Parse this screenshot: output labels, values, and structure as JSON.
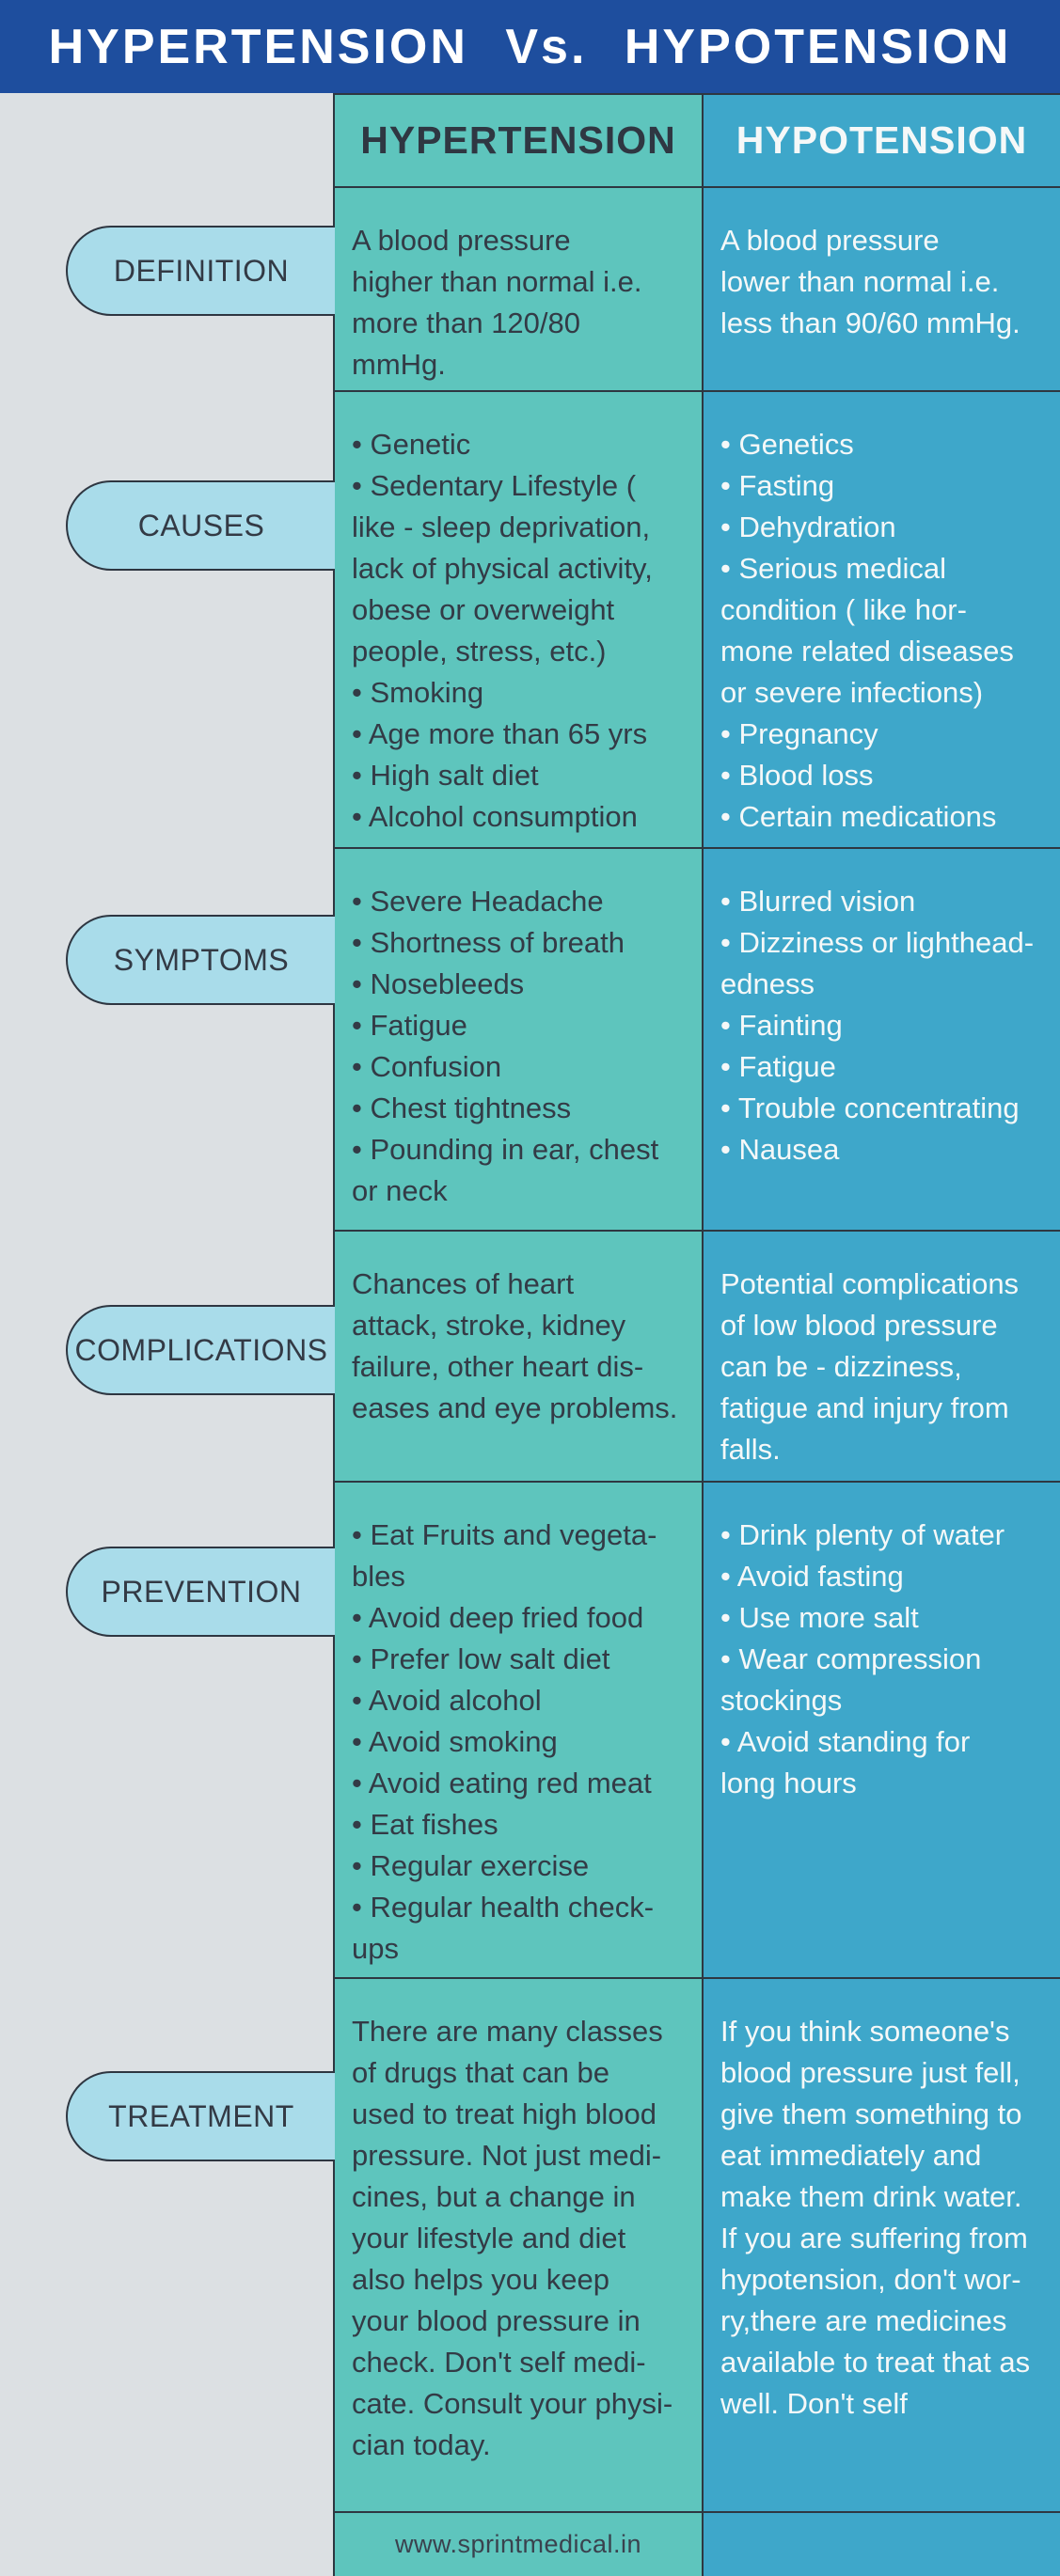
{
  "title": "HYPERTENSION Vs. HYPOTENSION",
  "columns": {
    "hypertension": "HYPERTENSION",
    "hypotension": "HYPOTENSION"
  },
  "rows": [
    {
      "label": "DEFINITION",
      "hypertension": "A blood pressure\nhigher than normal i.e.\nmore than 120/80\nmmHg.",
      "hypotension": "A blood pressure\nlower than normal i.e.\nless than 90/60 mmHg."
    },
    {
      "label": "CAUSES",
      "hypertension": "• Genetic\n• Sedentary Lifestyle (\nlike - sleep deprivation,\nlack of physical activity,\nobese or overweight\npeople, stress, etc.)\n• Smoking\n• Age more than 65 yrs\n• High salt diet\n• Alcohol consumption",
      "hypotension": "• Genetics\n• Fasting\n• Dehydration\n• Serious medical\ncondition ( like hor-\nmone related diseases\nor severe infections)\n• Pregnancy\n• Blood loss\n• Certain medications"
    },
    {
      "label": "SYMPTOMS",
      "hypertension": "• Severe Headache\n• Shortness of breath\n• Nosebleeds\n• Fatigue\n• Confusion\n• Chest tightness\n• Pounding in ear, chest\nor neck",
      "hypotension": "• Blurred vision\n• Dizziness or lighthead-\nedness\n• Fainting\n• Fatigue\n• Trouble concentrating\n• Nausea"
    },
    {
      "label": "COMPLICATIONS",
      "hypertension": "Chances of heart\nattack,  stroke, kidney\nfailure, other heart dis-\neases and eye problems.",
      "hypotension": "Potential complications\nof low blood pressure\ncan be - dizziness,\nfatigue and injury from\nfalls."
    },
    {
      "label": "PREVENTION",
      "hypertension": "• Eat Fruits and vegeta-\nbles\n• Avoid deep fried food\n• Prefer low salt diet\n• Avoid alcohol\n• Avoid smoking\n• Avoid eating red meat\n• Eat fishes\n• Regular exercise\n• Regular health check-\nups",
      "hypotension": "• Drink plenty of water\n• Avoid fasting\n• Use more salt\n• Wear compression\nstockings\n• Avoid standing for\nlong hours"
    },
    {
      "label": "TREATMENT",
      "hypertension": "There are many classes\nof drugs that can be\nused to treat high blood\npressure. Not just medi-\ncines, but a change in\nyour lifestyle and diet\nalso helps you keep\nyour blood pressure in\ncheck. Don't self medi-\ncate. Consult your physi-\ncian today.",
      "hypotension": "If you think someone's\nblood pressure just fell,\ngive them something to\neat immediately and\nmake them drink water.\nIf you are suffering from\nhypotension, don't wor-\nry,there are medicines\navailable to treat that as\nwell. Don't self"
    }
  ],
  "footer": {
    "website": "www.sprintmedical.in"
  },
  "colors": {
    "banner_bg": "#1e4e9e",
    "banner_text": "#ffffff",
    "hypertension_column_bg": "#5ec5bd",
    "hypotension_column_bg": "#3ea7ca",
    "sidebar_bg": "#dce0e3",
    "pill_bg": "#a9dcea",
    "border": "#2e3741",
    "dark_text": "#333b46",
    "light_text": "#f5f8f8"
  }
}
